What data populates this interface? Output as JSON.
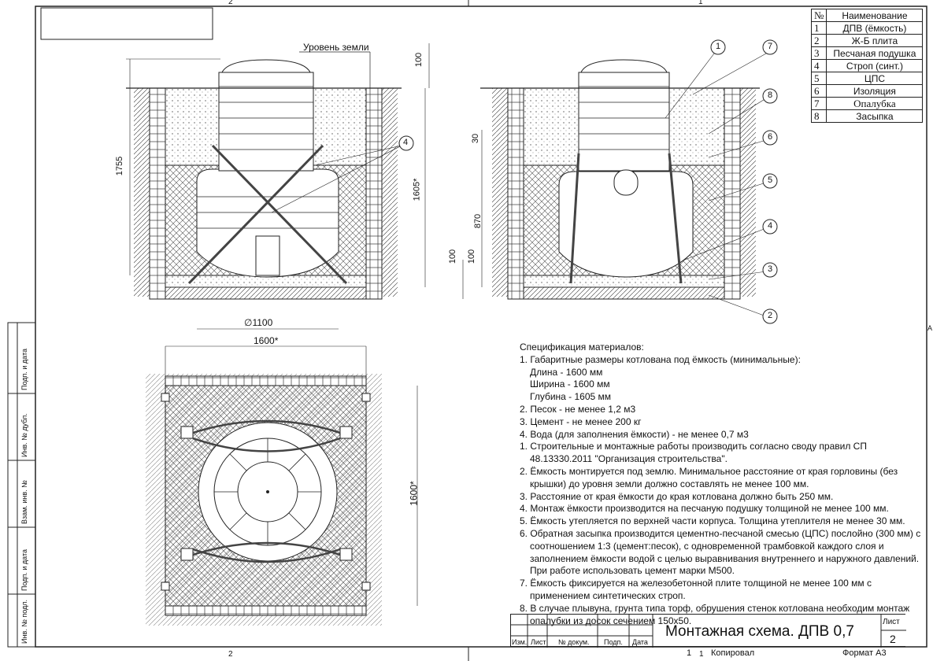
{
  "frame": {
    "zone_top_left": "2",
    "zone_top_right": "1",
    "zone_bottom_left": "2",
    "zone_bottom_right": "1",
    "zone_right": "A"
  },
  "legend": {
    "header_num": "№",
    "header_name": "Наименование",
    "items": [
      {
        "num": "1",
        "name": "ДПВ (ёмкость)"
      },
      {
        "num": "2",
        "name": "Ж-Б плита"
      },
      {
        "num": "3",
        "name": "Песчаная подушка"
      },
      {
        "num": "4",
        "name": "Строп (синт.)"
      },
      {
        "num": "5",
        "name": "ЦПС"
      },
      {
        "num": "6",
        "name": "Изоляция"
      },
      {
        "num": "7",
        "name": "Опалубка"
      },
      {
        "num": "8",
        "name": "Засыпка"
      }
    ]
  },
  "section_left": {
    "ground_level": "Уровень земли",
    "dim_100": "100",
    "dim_1755": "1755",
    "dim_1605": "1605*",
    "dim_d1100": "∅1100",
    "dim_1600": "1600*",
    "callout": "4"
  },
  "section_right": {
    "dim_30": "30",
    "dim_870": "870",
    "dim_100a": "100",
    "dim_100b": "100",
    "callouts": [
      "1",
      "7",
      "8",
      "6",
      "5",
      "4",
      "3",
      "2"
    ]
  },
  "plan": {
    "dim_1600": "1600*"
  },
  "spec": {
    "title": "Спецификация материалов:",
    "lines": [
      "1. Габаритные размеры котлована под ёмкость (минимальные):",
      "Длина - 1600 мм",
      "Ширина - 1600 мм",
      "Глубина - 1605 мм",
      "2. Песок - не менее 1,2 м3",
      "3. Цемент - не менее 200 кг",
      "4. Вода (для заполнения ёмкости) - не менее 0,7 м3"
    ],
    "notes": [
      "1. Строительные и монтажные работы производить согласно своду правил СП",
      "48.13330.2011 \"Организация строительства\".",
      "2. Ёмкость монтируется под землю. Минимальное расстояние от края горловины (без",
      "крышки) до уровня земли должно составлять не менее 100 мм.",
      "3. Расстояние от края ёмкости до края котлована должно быть 250 мм.",
      "4. Монтаж ёмкости производится на песчаную подушку толщиной не менее 100 мм.",
      "5. Ёмкость утепляется по верхней части корпуса. Толщина утеплителя не менее 30 мм.",
      "6. Обратная засыпка производится цементно-песчаной смесью (ЦПС) послойно (300 мм) с",
      "соотношением 1:3 (цемент:песок), с одновременной трамбовкой каждого слоя и",
      "заполнением ёмкости водой с целью выравнивания внутреннего и наружного давлений.",
      "При работе использовать цемент марки М500.",
      "7. Ёмкость фиксируется на железобетонной плите толщиной не менее 100 мм с",
      "применением синтетических строп.",
      "8. В случае плывуна, грунта типа торф, обрушения стенок котлована необходим монтаж",
      "опалубки из досок сечением 150х50."
    ]
  },
  "title_block": {
    "izm": "Изм.",
    "list": "Лист",
    "doc": "№ докум.",
    "podp": "Подп.",
    "date": "Дата",
    "title": "Монтажная схема. ДПВ 0,7",
    "sheet_label": "Лист",
    "sheet": "2",
    "copied": "Копировал",
    "copied_num": "1",
    "format": "Формат А3"
  },
  "side_labels": [
    "Подп. и дата",
    "Инв. № дубл.",
    "Взам. инв. №",
    "Подп. и дата",
    "Инв. № подл."
  ]
}
